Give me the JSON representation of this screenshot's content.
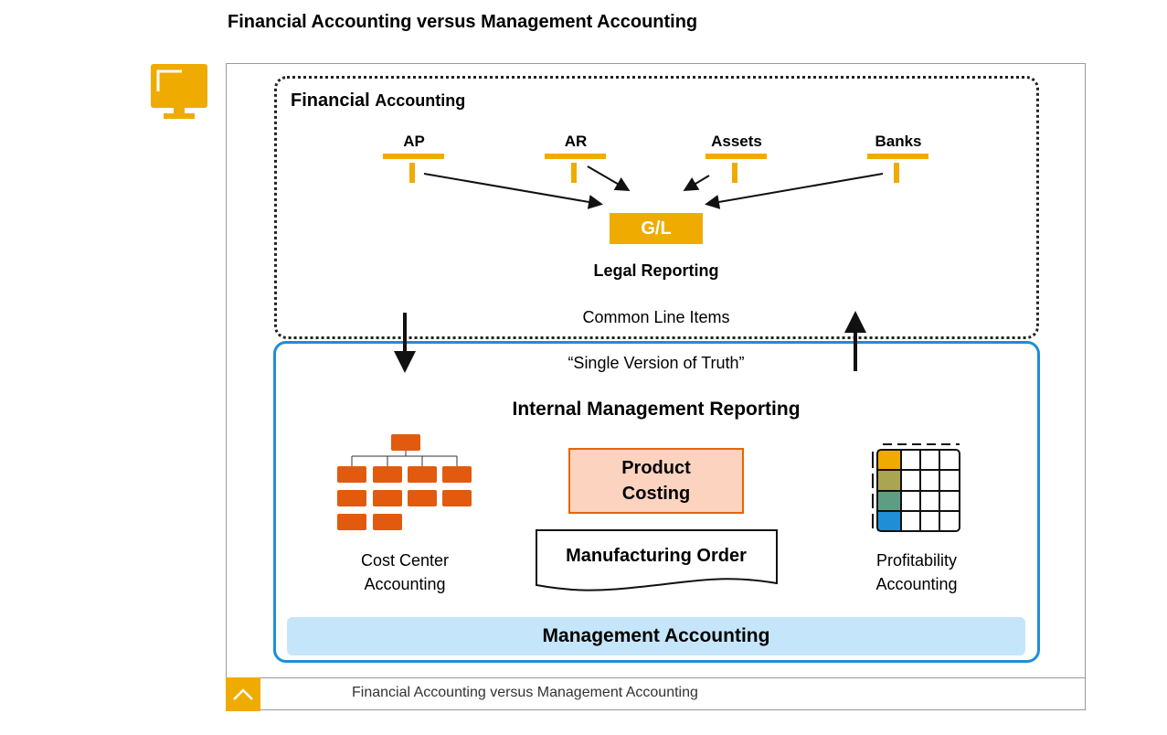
{
  "page": {
    "title": "Financial Accounting versus Management Accounting",
    "caption": "Financial Accounting versus Management Accounting"
  },
  "colors": {
    "accent": "#f0ab00",
    "orange": "#e76500",
    "blue_border": "#1f8ed6",
    "light_blue": "#c5e6fa",
    "light_orange": "#fcd3bf"
  },
  "financial": {
    "title_big": "Financial",
    "title_small": "Accounting",
    "ledgers": [
      "AP",
      "AR",
      "Assets",
      "Banks"
    ],
    "gl": "G/L",
    "legal_reporting": "Legal Reporting",
    "common_line_items": "Common Line Items"
  },
  "management": {
    "single_version": "“Single Version of Truth”",
    "internal_reporting": "Internal Management Reporting",
    "product_costing_line1": "Product",
    "product_costing_line2": "Costing",
    "manufacturing_order": "Manufacturing Order",
    "cost_center_line1": "Cost Center",
    "cost_center_line2": "Accounting",
    "profitability_line1": "Profitability",
    "profitability_line2": "Accounting",
    "bar_label": "Management Accounting"
  },
  "icons": {
    "monitor": "monitor-icon",
    "org_chart": "org-chart-icon",
    "grid": "profitability-grid-icon",
    "caption_toggle": "chevron-up-icon"
  }
}
